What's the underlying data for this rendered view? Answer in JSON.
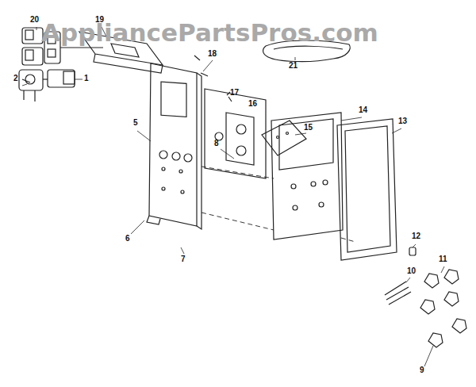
{
  "diagram": {
    "labels": [
      "AppliancePartsPros.com",
      "20",
      "19",
      "21",
      "18",
      "17",
      "16",
      "2",
      "1",
      "5",
      "8",
      "15",
      "14",
      "13",
      "12",
      "6",
      "7",
      "10",
      "11",
      "9"
    ]
  }
}
